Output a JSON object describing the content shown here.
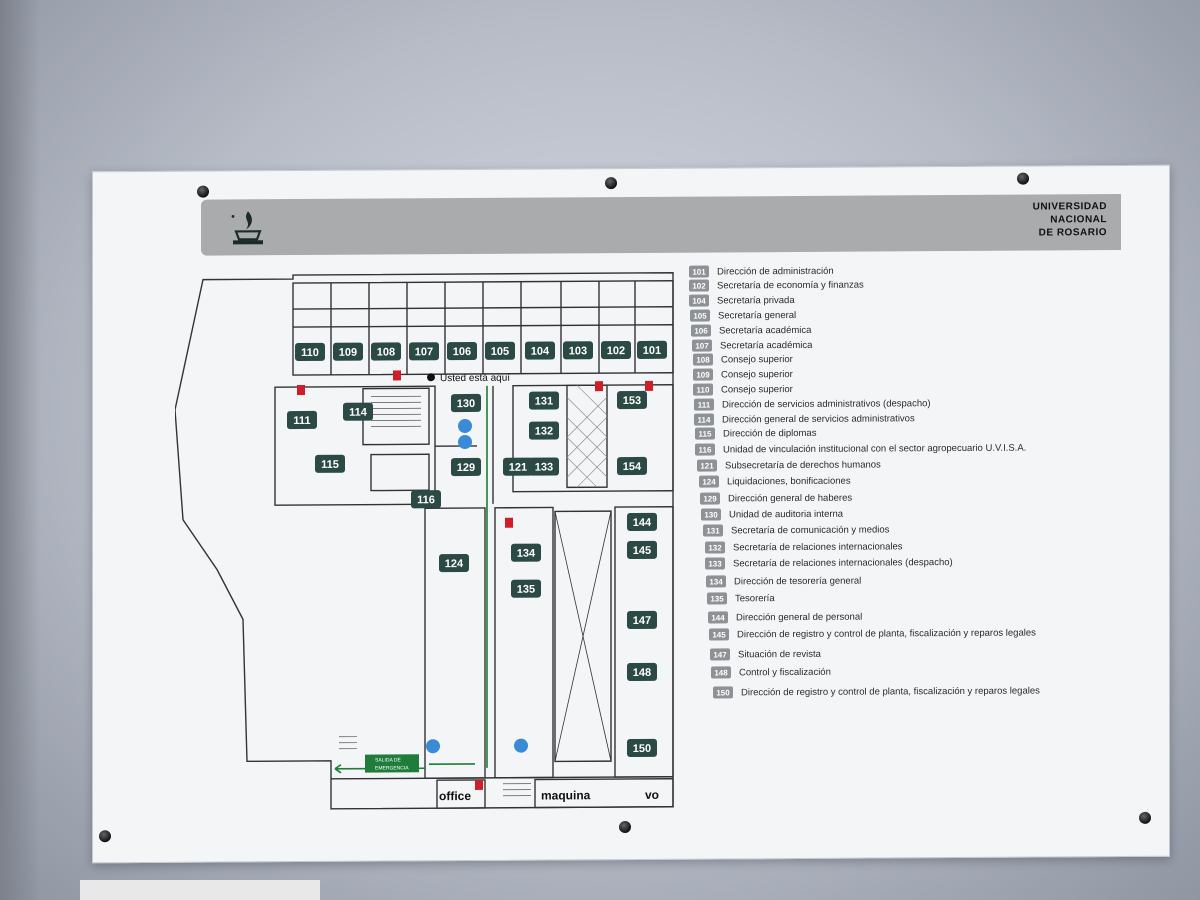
{
  "header": {
    "name_lines": [
      "UNIVERSIDAD",
      "NACIONAL",
      "DE ROSARIO"
    ]
  },
  "plan": {
    "you_are_here": "Usted está aquí",
    "exit_sign": [
      "SALIDA DE",
      "EMERGENCIA"
    ],
    "area_labels": {
      "office": "office",
      "machine": "maquina",
      "partial": "vo"
    },
    "rooms": {
      "r110": "110",
      "r109": "109",
      "r108": "108",
      "r107": "107",
      "r106": "106",
      "r105": "105",
      "r104": "104",
      "r103": "103",
      "r102": "102",
      "r101": "101",
      "r111": "111",
      "r114": "114",
      "r115": "115",
      "r116": "116",
      "r130": "130",
      "r129": "129",
      "r121": "121",
      "r131": "131",
      "r132": "132",
      "r133": "133",
      "r153": "153",
      "r154": "154",
      "r124": "124",
      "r134": "134",
      "r135": "135",
      "r144": "144",
      "r145": "145",
      "r147": "147",
      "r148": "148",
      "r150": "150"
    }
  },
  "legend": [
    {
      "num": "101",
      "text": "Dirección de administración"
    },
    {
      "num": "102",
      "text": "Secretaría de economía y finanzas"
    },
    {
      "num": "104",
      "text": "Secretaría privada"
    },
    {
      "num": "105",
      "text": "Secretaría general"
    },
    {
      "num": "106",
      "text": "Secretaría académica"
    },
    {
      "num": "107",
      "text": "Secretaría académica"
    },
    {
      "num": "108",
      "text": "Consejo superior"
    },
    {
      "num": "109",
      "text": "Consejo superior"
    },
    {
      "num": "110",
      "text": "Consejo superior"
    },
    {
      "num": "111",
      "text": "Dirección de servicios administrativos (despacho)"
    },
    {
      "num": "114",
      "text": "Dirección general de servicios administrativos"
    },
    {
      "num": "115",
      "text": "Dirección de diplomas"
    },
    {
      "num": "116",
      "text": "Unidad de vinculación institucional con el sector agropecuario U.V.I.S.A."
    },
    {
      "num": "121",
      "text": "Subsecretaría de derechos humanos"
    },
    {
      "num": "124",
      "text": "Liquidaciones, bonificaciones"
    },
    {
      "num": "129",
      "text": "Dirección general de haberes"
    },
    {
      "num": "130",
      "text": "Unidad de auditoria interna"
    },
    {
      "num": "131",
      "text": "Secretaría de comunicación y medios"
    },
    {
      "num": "132",
      "text": "Secretaría de relaciones internacionales"
    },
    {
      "num": "133",
      "text": "Secretaría de relaciones internacionales (despacho)"
    },
    {
      "num": "134",
      "text": "Dirección de tesorería general"
    },
    {
      "num": "135",
      "text": "Tesorería"
    },
    {
      "num": "144",
      "text": "Dirección general de personal"
    },
    {
      "num": "145",
      "text": "Dirección de registro y control de planta, fiscalización y reparos legales"
    },
    {
      "num": "147",
      "text": "Situación de revista"
    },
    {
      "num": "148",
      "text": "Control y fiscalización"
    },
    {
      "num": "150",
      "text": "Dirección de registro y control de planta, fiscalización y reparos legales"
    }
  ],
  "colors": {
    "room_badge": "#2b4a45",
    "banner": "#a9abad",
    "fire_marker": "#cc1f2a",
    "info_marker": "#3a8ad6",
    "exit_sign": "#1e7d3a"
  }
}
